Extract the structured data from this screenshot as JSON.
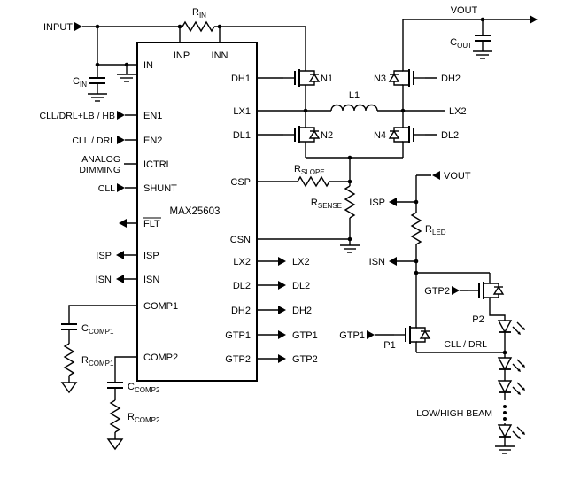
{
  "colors": {
    "ink": "#000000",
    "background": "#ffffff"
  },
  "ic": {
    "name": "MAX25603",
    "pins": {
      "in": "IN",
      "inp": "INP",
      "inn": "INN",
      "en1": "EN1",
      "en2": "EN2",
      "ictrl": "ICTRL",
      "shunt": "SHUNT",
      "flt": "FLT",
      "isp": "ISP",
      "isn": "ISN",
      "comp1": "COMP1",
      "comp2": "COMP2",
      "dh1": "DH1",
      "lx1": "LX1",
      "dl1": "DL1",
      "csp": "CSP",
      "csn": "CSN",
      "lx2": "LX2",
      "dl2": "DL2",
      "dh2": "DH2",
      "gtp1": "GTP1",
      "gtp2": "GTP2"
    }
  },
  "nets": {
    "input": "INPUT",
    "vout": "VOUT",
    "lx2": "LX2",
    "dl2": "DL2",
    "dh2": "DH2",
    "gtp1": "GTP1",
    "gtp2": "GTP2",
    "isp": "ISP",
    "isn": "ISN",
    "en1": "CLL/DRL+LB / HB",
    "en2": "CLL / DRL",
    "ictrl1": "ANALOG",
    "ictrl2": "DIMMING",
    "shunt": "CLL",
    "led_group": "CLL / DRL",
    "beam": "LOW/HIGH BEAM"
  },
  "components": {
    "rin": {
      "ref": "R",
      "sub": "IN"
    },
    "cin": {
      "ref": "C",
      "sub": "IN"
    },
    "cout": {
      "ref": "C",
      "sub": "OUT"
    },
    "l1": "L1",
    "n1": "N1",
    "n2": "N2",
    "n3": "N3",
    "n4": "N4",
    "p1": "P1",
    "p2": "P2",
    "rslope": {
      "ref": "R",
      "sub": "SLOPE"
    },
    "rsense": {
      "ref": "R",
      "sub": "SENSE"
    },
    "rled": {
      "ref": "R",
      "sub": "LED"
    },
    "ccomp1": {
      "ref": "C",
      "sub": "COMP1"
    },
    "rcomp1": {
      "ref": "R",
      "sub": "COMP1"
    },
    "ccomp2": {
      "ref": "C",
      "sub": "COMP2"
    },
    "rcomp2": {
      "ref": "R",
      "sub": "COMP2"
    }
  }
}
